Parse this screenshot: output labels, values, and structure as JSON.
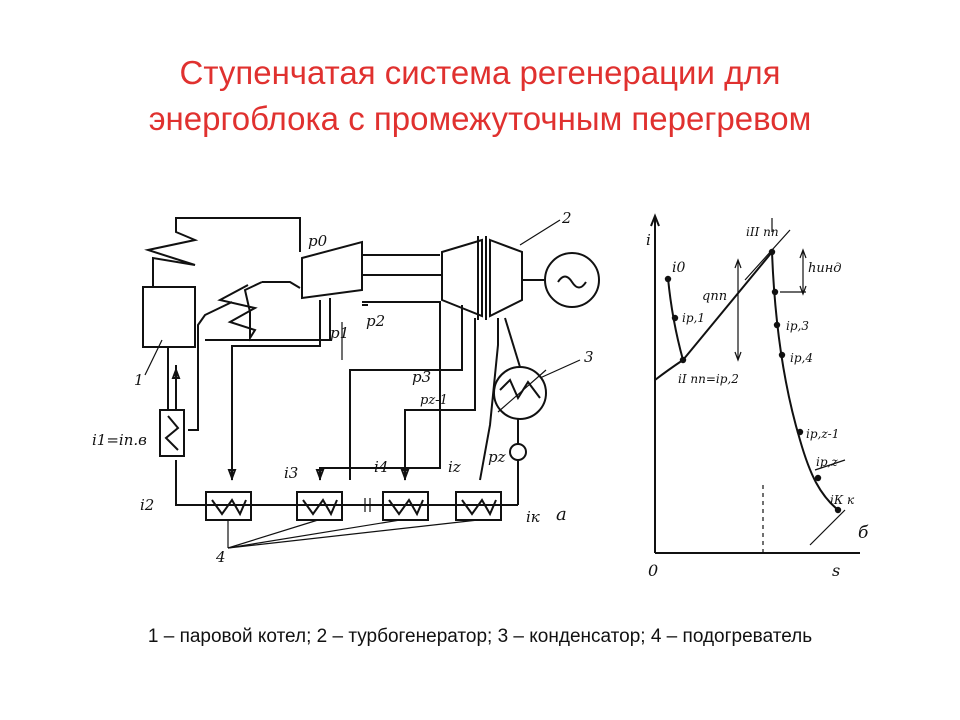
{
  "title": {
    "line1": "Ступенчатая система регенерации для",
    "line2": "энергоблока с промежуточным перегревом"
  },
  "caption": "1 – паровой котел; 2 – турбогенератор; 3 – конденсатор; 4 – подогреватель",
  "schematic": {
    "p0": "p0",
    "p1": "p1",
    "p2": "p2",
    "p3": "p3",
    "pz1": "pz-1",
    "pz": "pz",
    "n1": "1",
    "n2": "2",
    "n3": "3",
    "n4": "4",
    "i1": "i1=iп.в",
    "i2": "i2",
    "i3": "i3",
    "i4": "i4",
    "iz": "iz",
    "ik": "iк",
    "a": "а"
  },
  "is_diagram": {
    "axis_i": "i",
    "axis_s": "s",
    "origin": "0",
    "b": "б",
    "i0": "i0",
    "ipp2": "iII пп",
    "ipp1": "iI пп=iр,2",
    "ip1": "iр,1",
    "ip3": "iр,3",
    "ip4": "iр,4",
    "ipz1": "iр,z-1",
    "ipz": "iр,z",
    "ik": "iК к",
    "qpp": "qпп",
    "hand": "hинд"
  }
}
